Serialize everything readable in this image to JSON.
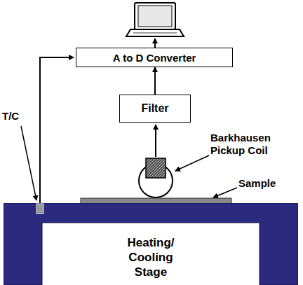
{
  "diagram": {
    "nodes": [
      {
        "text": [
          "A to D Converter"
        ]
      },
      {
        "text": [
          "Filter"
        ]
      },
      {
        "text": [
          "Heating/ Cooling Stage"
        ]
      }
    ],
    "edges": [
      {
        "from": 1,
        "to": 0,
        "arrow": "to"
      }
    ],
    "labels": [
      "T/C",
      "Barkhausen Pickup Coil",
      "Sample"
    ]
  }
}
